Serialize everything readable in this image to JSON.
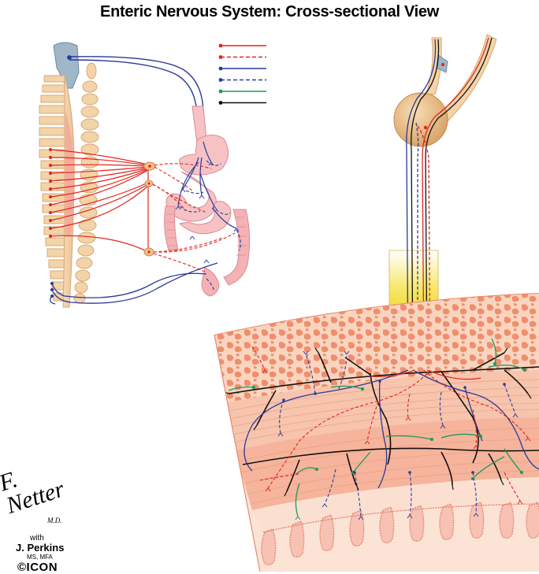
{
  "title": "Enteric Nervous System: Cross-sectional View",
  "signature": {
    "artist_signature": "F. Netter",
    "artist_degree": "M.D.",
    "with_label": "with",
    "coartist": "J. Perkins",
    "coartist_credentials": "MS, MFA",
    "publisher_mark": "©ICON"
  },
  "legend": {
    "entries": [
      {
        "color": "#e3241b",
        "style": "solid"
      },
      {
        "color": "#e3241b",
        "style": "dashed"
      },
      {
        "color": "#2a3a9a",
        "style": "solid"
      },
      {
        "color": "#2a3a9a",
        "style": "dashed"
      },
      {
        "color": "#1a9a5a",
        "style": "solid"
      },
      {
        "color": "#111111",
        "style": "solid"
      }
    ]
  },
  "colors": {
    "sympathetic": "#e3241b",
    "parasympathetic": "#2a3a9a",
    "enteric": "#1a9a5a",
    "sensory": "#111111",
    "bone": "#f3d3a8",
    "tissue": "#f6b9a0",
    "gut": "#f7c2c4",
    "ganglion": "#e8b77a"
  },
  "icons": [
    "spinal-column-illustration",
    "intestine-illustration",
    "ganglion-sphere",
    "gut-wall-cross-section"
  ]
}
